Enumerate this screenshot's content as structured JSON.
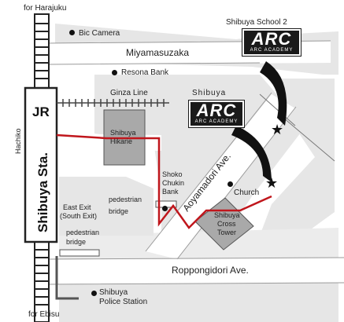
{
  "labels": {
    "for_harajuku": "for Harajuku",
    "bic_camera": "Bic Camera",
    "miyamasuzaka": "Miyamasuzaka",
    "shibuya_school2": "Shibuya School 2",
    "resona_bank": "Resona Bank",
    "ginza_line": "Ginza Line",
    "shibuya_label": "Shibuya",
    "jr": "JR",
    "shibuya_sta": "Shibuya Sta.",
    "hachiko": "Hachiko",
    "hikarie_line1": "Shibuya",
    "hikarie_line2": "Hikarie",
    "aoyamadori": "Aoyamadori Ave.",
    "shoko_line1": "Shoko",
    "shoko_line2": "Chukin",
    "shoko_line3": "Bank",
    "church": "Church",
    "east_exit_line1": "East Exit",
    "east_exit_line2": "(South Exit)",
    "ped_bridge_1_line1": "pedestrian",
    "ped_bridge_1_line2": "bridge",
    "ped_bridge_2_line1": "pedestrian",
    "ped_bridge_2_line2": "bridge",
    "cross_tower_line1": "Shibuya",
    "cross_tower_line2": "Cross",
    "cross_tower_line3": "Tower",
    "roppongidori": "Roppongidori Ave.",
    "police_line1": "Shibuya",
    "police_line2": "Police Station",
    "for_ebisu": "for Ebisu"
  },
  "logo": {
    "mark": "ARC",
    "sub": "ARC ACADEMY"
  },
  "icons": {
    "location_dot": "filled-circle-icon",
    "school_marker": "star-icon",
    "direction_arrow": "curved-arrow-icon"
  },
  "colors": {
    "route": "#c0161c",
    "road_fill": "#ffffff",
    "block_fill": "#e6e6e6",
    "building": "#a9a9a9",
    "rail": "#222222",
    "logo_bg": "#1a1a1a"
  }
}
